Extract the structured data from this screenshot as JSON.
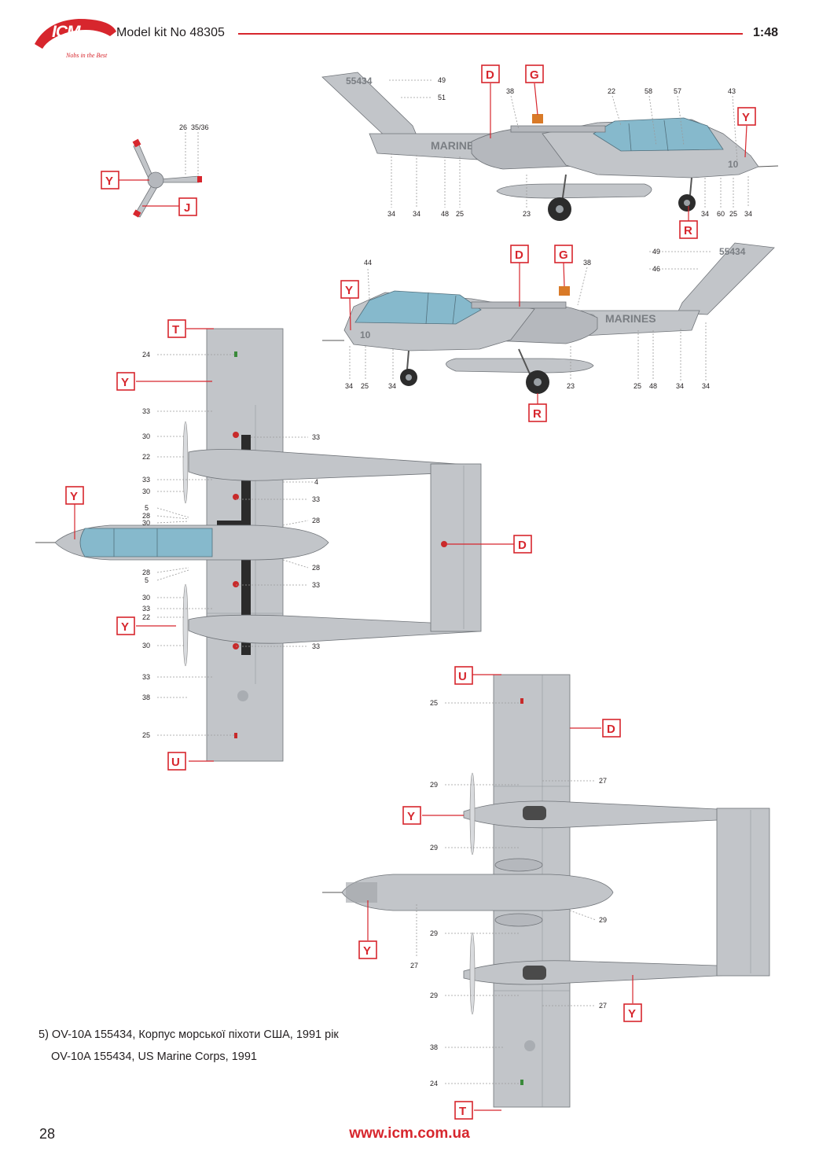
{
  "header": {
    "logo_text": "ICM",
    "logo_tagline": "Nobs in the Best",
    "kit_title": "Model kit No 48305",
    "scale": "1:48"
  },
  "footer": {
    "page_number": "28",
    "website": "www.icm.com.ua"
  },
  "caption": {
    "ukrainian": "5) OV-10A 155434, Корпус морської піхоти США, 1991 рік",
    "english": "OV-10A 155434, US Marine Corps, 1991"
  },
  "markings": {
    "serial": "55434",
    "fin_serial": "55434",
    "service": "MARINES",
    "modex": "10"
  },
  "colors": {
    "accent": "#d7262d",
    "aircraft_grey": "#c2c5c9",
    "canopy": "#86b9cc",
    "text": "#231f20"
  },
  "callout_tags": [
    "D",
    "G",
    "Y",
    "R",
    "T",
    "U",
    "J"
  ],
  "propeller_view": {
    "numbers": [
      "26",
      "35/36"
    ],
    "tags": [
      "Y",
      "J"
    ]
  },
  "side_view_right": {
    "top_numbers": [
      "49",
      "51",
      "38",
      "22",
      "58",
      "57",
      "43"
    ],
    "bottom_numbers": [
      "34",
      "34",
      "48",
      "25",
      "23",
      "34",
      "60",
      "25",
      "34"
    ],
    "tags": [
      "D",
      "G",
      "Y",
      "R"
    ]
  },
  "side_view_left": {
    "numbers": [
      "44",
      "38",
      "49",
      "46",
      "34",
      "25",
      "34",
      "23",
      "25",
      "48",
      "34",
      "34"
    ],
    "tags": [
      "Y",
      "D",
      "G",
      "R"
    ]
  },
  "top_view": {
    "left_numbers": [
      "24",
      "33",
      "30",
      "22",
      "33",
      "30",
      "5",
      "28",
      "30",
      "28",
      "5",
      "30",
      "33",
      "22",
      "30",
      "33",
      "38",
      "25"
    ],
    "right_numbers": [
      "33",
      "4",
      "33",
      "28",
      "28",
      "33",
      "33"
    ],
    "tags": [
      "T",
      "Y",
      "Y",
      "Y",
      "U",
      "D"
    ]
  },
  "bottom_view": {
    "left_numbers": [
      "25",
      "29",
      "29",
      "29",
      "27",
      "29",
      "38",
      "24"
    ],
    "right_numbers": [
      "27",
      "29",
      "27"
    ],
    "tags": [
      "U",
      "D",
      "Y",
      "Y",
      "Y",
      "T"
    ]
  }
}
